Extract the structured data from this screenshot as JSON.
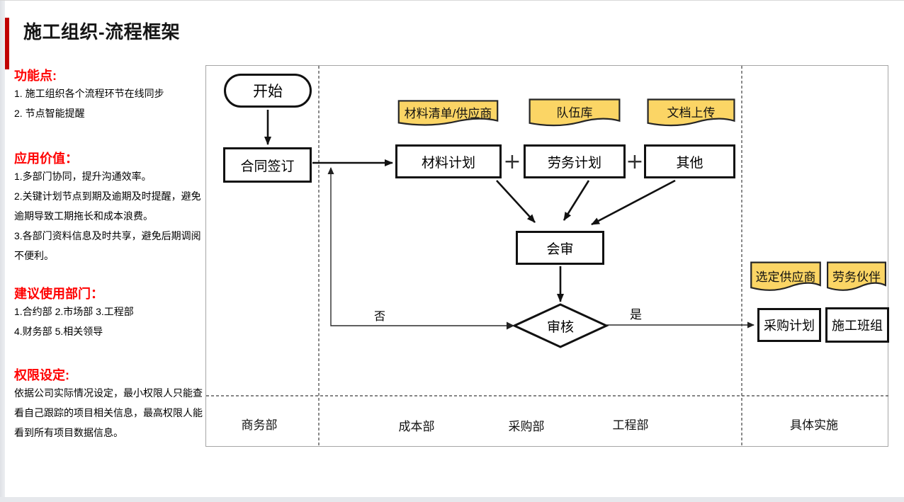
{
  "page": {
    "title": "施工组织-流程框架"
  },
  "sidebar": {
    "sections": [
      {
        "heading": "功能点:",
        "lines": [
          "1. 施工组织各个流程环节在线同步",
          "2. 节点智能提醒"
        ]
      },
      {
        "heading": "应用价值：",
        "lines": [
          "1.多部门协同，提升沟通效率。",
          "2.关键计划节点到期及逾期及时提醒，避免逾期导致工期拖长和成本浪费。",
          "3.各部门资料信息及时共享，避免后期调阅不便利。"
        ]
      },
      {
        "heading": "建议使用部门：",
        "lines": [
          "1.合约部 2.市场部 3.工程部",
          "4.财务部 5.相关领导"
        ]
      },
      {
        "heading": "权限设定:",
        "lines": [
          "依据公司实际情况设定，最小权限人只能查看自己跟踪的项目相关信息，最高权限人能看到所有项目数据信息。"
        ]
      }
    ]
  },
  "flowchart": {
    "nodes": {
      "start": "开始",
      "contract_signing": "合同签订",
      "material_plan": "材料计划",
      "labor_plan": "劳务计划",
      "other": "其他",
      "joint_review": "会审",
      "review": "审核",
      "procurement_plan": "采购计划",
      "construction_crew": "施工班组"
    },
    "sticky_notes": {
      "material_list": "材料清单/供应商",
      "team_library": "队伍库",
      "doc_upload": "文档上传",
      "selected_supplier": "选定供应商",
      "labor_partner": "劳务伙伴"
    },
    "operators": {
      "plus": "+"
    },
    "branch_labels": {
      "no": "否",
      "yes": "是"
    },
    "lanes": [
      "商务部",
      "成本部",
      "采购部",
      "工程部",
      "具体实施"
    ]
  },
  "colors": {
    "heading_red": "#FF0000",
    "title_bar_red": "#C00000",
    "note_fill": "#FBD565",
    "note_border": "#262626",
    "shape_border": "#111111",
    "chart_border": "#A6A6A6"
  }
}
